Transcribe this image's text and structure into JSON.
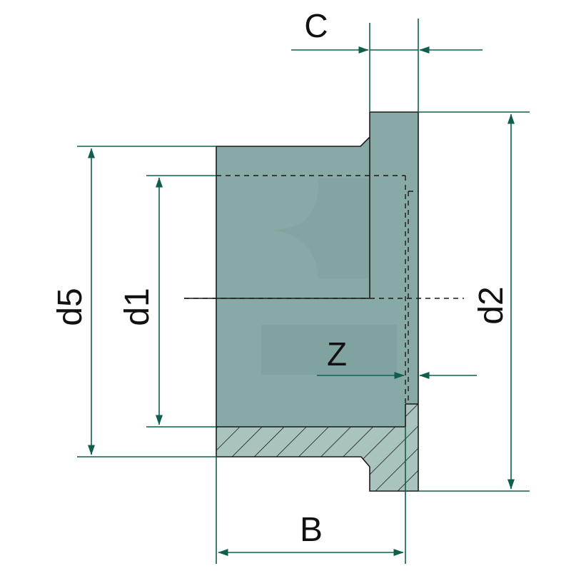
{
  "colors": {
    "body_fill": "#88aaa6",
    "body_shade": "#7b9d99",
    "hatch_fill": "#a9c3bf",
    "outline": "#1a1a1a",
    "dimension": "#0f5e4e"
  },
  "labels": {
    "c": "C",
    "d5": "d5",
    "d1": "d1",
    "d2": "d2",
    "z": "Z",
    "b": "B"
  }
}
